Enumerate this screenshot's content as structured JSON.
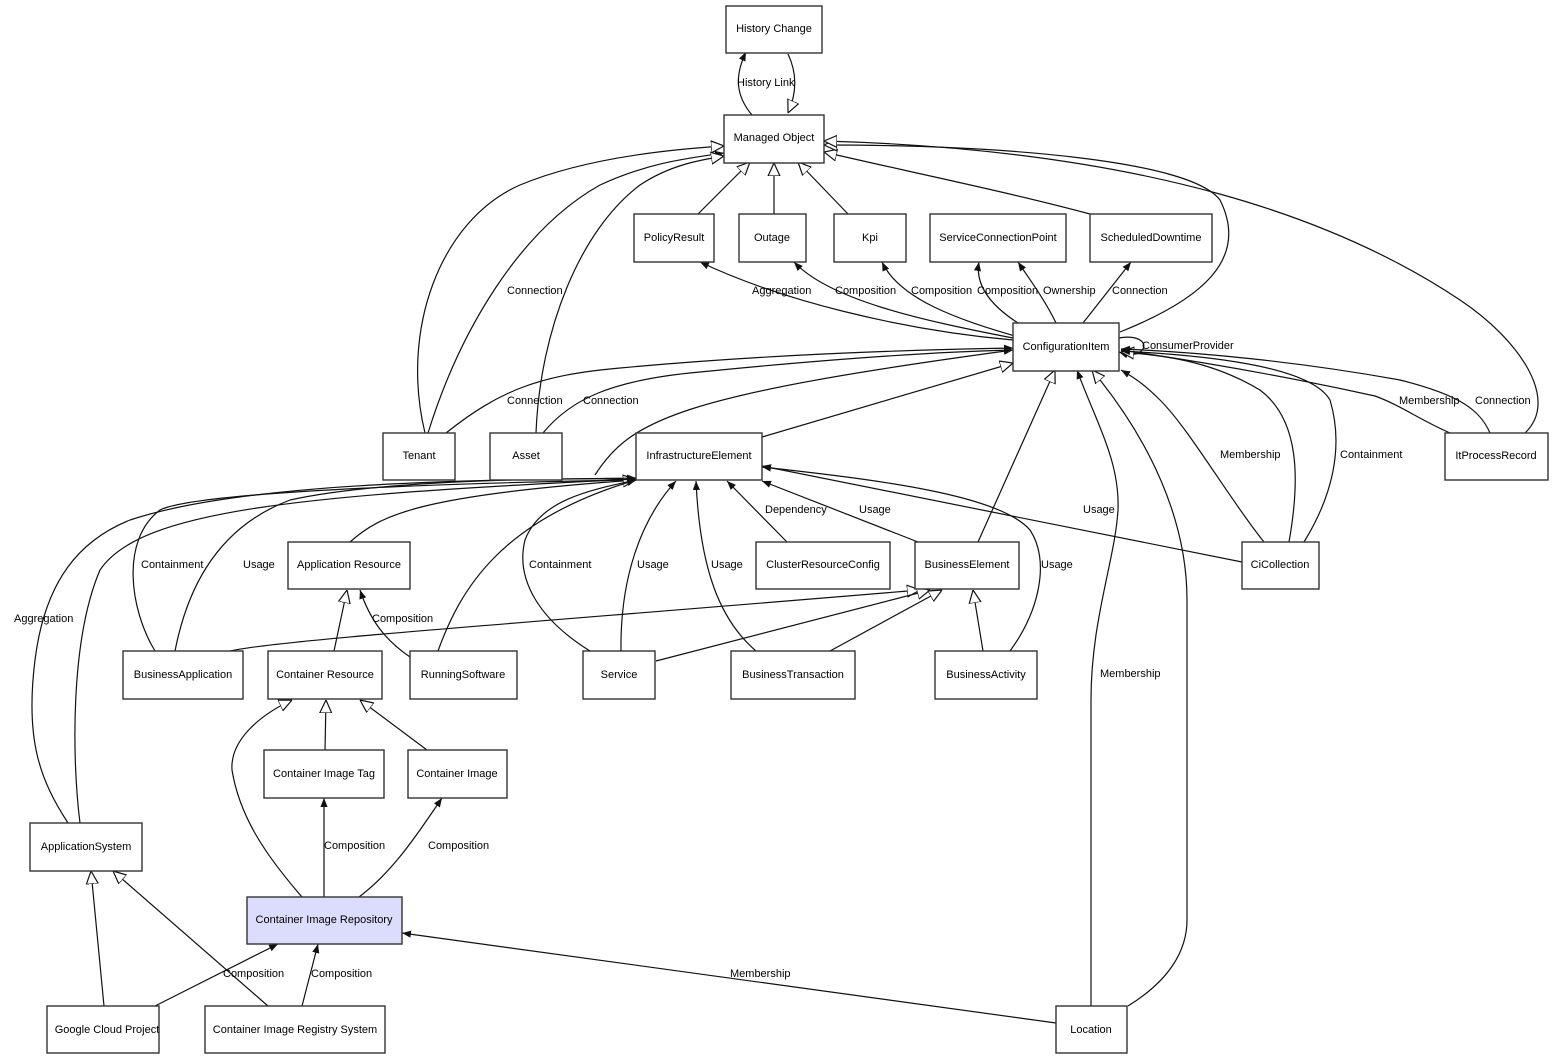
{
  "title": "Container Image Repository relationship diagram",
  "highlight_color": "#dcdcfc",
  "nodes": {
    "history_change": "History Change",
    "managed_object": "Managed Object",
    "policy_result": "PolicyResult",
    "outage": "Outage",
    "kpi": "Kpi",
    "service_connection_point": "ServiceConnectionPoint",
    "scheduled_downtime": "ScheduledDowntime",
    "configuration_item": "ConfigurationItem",
    "tenant": "Tenant",
    "asset": "Asset",
    "infrastructure_element": "InfrastructureElement",
    "it_process_record": "ItProcessRecord",
    "application_resource": "Application Resource",
    "cluster_resource_config": "ClusterResourceConfig",
    "business_element": "BusinessElement",
    "ci_collection": "CiCollection",
    "business_application": "BusinessApplication",
    "container_resource": "Container Resource",
    "running_software": "RunningSoftware",
    "service": "Service",
    "business_transaction": "BusinessTransaction",
    "business_activity": "BusinessActivity",
    "container_image_tag": "Container Image Tag",
    "container_image": "Container Image",
    "application_system": "ApplicationSystem",
    "container_image_repository": "Container Image Repository",
    "google_cloud_project": "Google Cloud Project",
    "container_image_registry_system": "Container Image Registry System",
    "location": "Location"
  },
  "edge_labels": {
    "history_link": "History Link",
    "aggregation_policy": "Aggregation",
    "composition_outage": "Composition",
    "composition_kpi": "Composition",
    "composition_scp": "Composition",
    "ownership_scp": "Ownership",
    "connection_sd": "Connection",
    "consumer_provider": "ConsumerProvider",
    "connection_tenant_mo": "Connection",
    "connection_tenant_ci": "Connection",
    "connection_asset_ci": "Connection",
    "membership_itpr": "Membership",
    "connection_itpr": "Connection",
    "membership_cic": "Membership",
    "containment_cic": "Containment",
    "containment_ba": "Containment",
    "usage_ba": "Usage",
    "aggregation_as": "Aggregation",
    "composition_rs": "Composition",
    "containment_svc": "Containment",
    "usage_svc": "Usage",
    "usage_bt": "Usage",
    "dependency_crc": "Dependency",
    "usage_be": "Usage",
    "usage_bact": "Usage",
    "usage_cic": "Usage",
    "membership_loc": "Membership",
    "composition_tag": "Composition",
    "composition_img": "Composition",
    "composition_gcp": "Composition",
    "composition_cirs": "Composition",
    "membership_loc_cir": "Membership"
  }
}
